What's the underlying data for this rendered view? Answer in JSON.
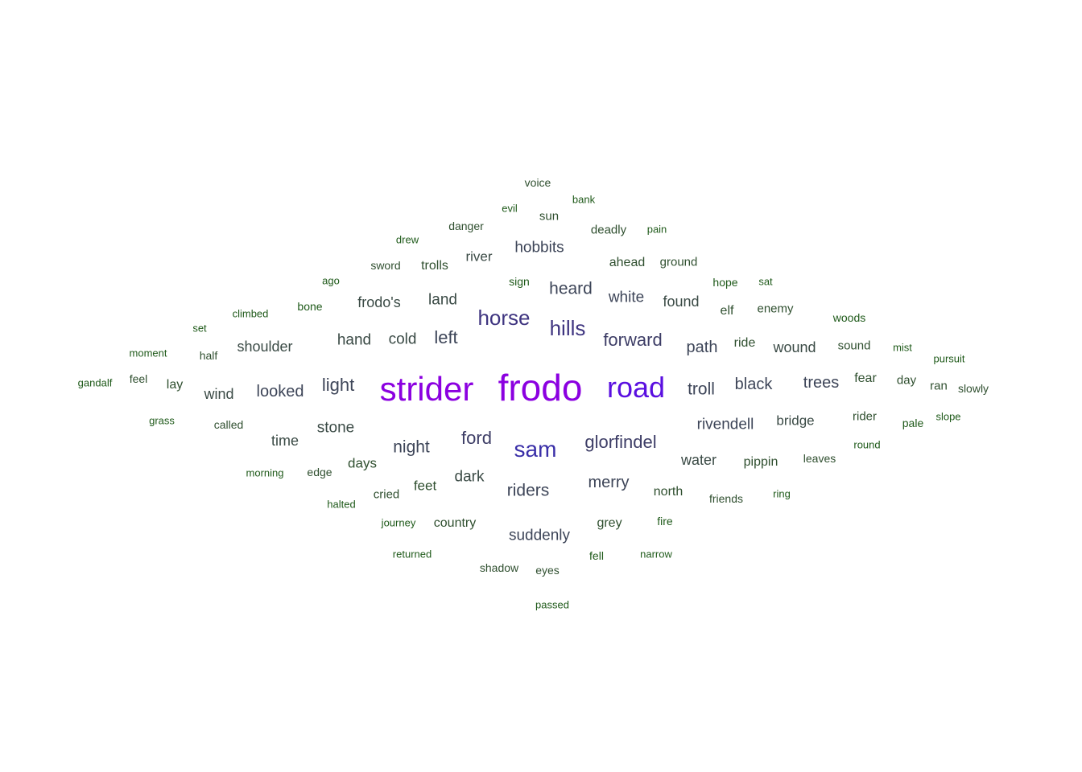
{
  "word_cloud": {
    "words": [
      {
        "text": "frodo",
        "color": "#8b00e0"
      },
      {
        "text": "strider",
        "color": "#8b00e0"
      },
      {
        "text": "road",
        "color": "#5a0fe0"
      },
      {
        "text": "sam",
        "color": "#3a2fa8"
      },
      {
        "text": "horse",
        "color": "#3f3580"
      },
      {
        "text": "hills",
        "color": "#3f3580"
      },
      {
        "text": "glorfindel",
        "color": "#3d3d66"
      },
      {
        "text": "ford",
        "color": "#3d3d66"
      },
      {
        "text": "forward",
        "color": "#3d3d66"
      },
      {
        "text": "riders",
        "color": "#3d4558"
      },
      {
        "text": "heard",
        "color": "#3d4558"
      },
      {
        "text": "night",
        "color": "#3d4558"
      },
      {
        "text": "merry",
        "color": "#3d4558"
      },
      {
        "text": "light",
        "color": "#3d4558"
      },
      {
        "text": "looked",
        "color": "#3d4558"
      },
      {
        "text": "left",
        "color": "#3d4558"
      },
      {
        "text": "troll",
        "color": "#3d4558"
      },
      {
        "text": "black",
        "color": "#3d4558"
      },
      {
        "text": "suddenly",
        "color": "#3d4558"
      },
      {
        "text": "rivendell",
        "color": "#3d4558"
      },
      {
        "text": "path",
        "color": "#3d4558"
      },
      {
        "text": "trees",
        "color": "#3d4558"
      },
      {
        "text": "white",
        "color": "#3d4558"
      },
      {
        "text": "hobbits",
        "color": "#3d4558"
      },
      {
        "text": "wound",
        "color": "#3a4a45"
      },
      {
        "text": "hand",
        "color": "#3a4a45"
      },
      {
        "text": "cold",
        "color": "#3a4a45"
      },
      {
        "text": "stone",
        "color": "#3a4a45"
      },
      {
        "text": "shoulder",
        "color": "#3a4a45"
      },
      {
        "text": "dark",
        "color": "#3a4a45"
      },
      {
        "text": "land",
        "color": "#3a4a45"
      },
      {
        "text": "frodo's",
        "color": "#3a4a45"
      },
      {
        "text": "found",
        "color": "#3a4a45"
      },
      {
        "text": "water",
        "color": "#3a4a45"
      },
      {
        "text": "bridge",
        "color": "#3a4a45"
      },
      {
        "text": "wind",
        "color": "#3a4a45"
      },
      {
        "text": "time",
        "color": "#3a4a45"
      },
      {
        "text": "river",
        "color": "#3a4a45"
      },
      {
        "text": "days",
        "color": "#2f4f2f"
      },
      {
        "text": "feet",
        "color": "#2f4f2f"
      },
      {
        "text": "country",
        "color": "#2f4f2f"
      },
      {
        "text": "pippin",
        "color": "#2f4f2f"
      },
      {
        "text": "fear",
        "color": "#2f4f2f"
      },
      {
        "text": "north",
        "color": "#2f4f2f"
      },
      {
        "text": "grey",
        "color": "#2f4f2f"
      },
      {
        "text": "ahead",
        "color": "#2f4f2f"
      },
      {
        "text": "ground",
        "color": "#2f4f2f"
      },
      {
        "text": "ride",
        "color": "#2f4f2f"
      },
      {
        "text": "rider",
        "color": "#2f4f2f"
      },
      {
        "text": "trolls",
        "color": "#2f4f2f"
      },
      {
        "text": "sun",
        "color": "#2f4f2f"
      },
      {
        "text": "deadly",
        "color": "#2f4f2f"
      },
      {
        "text": "cried",
        "color": "#2f4f2f"
      },
      {
        "text": "sound",
        "color": "#2f4f2f"
      },
      {
        "text": "elf",
        "color": "#2f4f2f"
      },
      {
        "text": "enemy",
        "color": "#2f4f2f"
      },
      {
        "text": "sword",
        "color": "#2f4f2f"
      },
      {
        "text": "lay",
        "color": "#2f4f2f"
      },
      {
        "text": "day",
        "color": "#2f4f2f"
      },
      {
        "text": "ran",
        "color": "#2f4f2f"
      },
      {
        "text": "eyes",
        "color": "#2f4f2f"
      },
      {
        "text": "leaves",
        "color": "#2f4f2f"
      },
      {
        "text": "friends",
        "color": "#2f4f2f"
      },
      {
        "text": "slowly",
        "color": "#2f4f2f"
      },
      {
        "text": "shadow",
        "color": "#2f4f2f"
      },
      {
        "text": "danger",
        "color": "#2f4f2f"
      },
      {
        "text": "edge",
        "color": "#2f4f2f"
      },
      {
        "text": "half",
        "color": "#2f4f2f"
      },
      {
        "text": "called",
        "color": "#2f4f2f"
      },
      {
        "text": "voice",
        "color": "#2f4f2f"
      },
      {
        "text": "feel",
        "color": "#2f4f2f"
      },
      {
        "text": "hope",
        "color": "#1f5a1a"
      },
      {
        "text": "pale",
        "color": "#1f5a1a"
      },
      {
        "text": "woods",
        "color": "#1f5a1a"
      },
      {
        "text": "fell",
        "color": "#1f5a1a"
      },
      {
        "text": "fire",
        "color": "#1f5a1a"
      },
      {
        "text": "bone",
        "color": "#1f5a1a"
      },
      {
        "text": "sign",
        "color": "#1f5a1a"
      },
      {
        "text": "narrow",
        "color": "#1f5a1a"
      },
      {
        "text": "passed",
        "color": "#1f5a1a"
      },
      {
        "text": "returned",
        "color": "#1f5a1a"
      },
      {
        "text": "moment",
        "color": "#1f5a1a"
      },
      {
        "text": "gandalf",
        "color": "#1f5a1a"
      },
      {
        "text": "grass",
        "color": "#1f5a1a"
      },
      {
        "text": "morning",
        "color": "#1f5a1a"
      },
      {
        "text": "journey",
        "color": "#1f5a1a"
      },
      {
        "text": "halted",
        "color": "#1f5a1a"
      },
      {
        "text": "climbed",
        "color": "#1f5a1a"
      },
      {
        "text": "drew",
        "color": "#1f5a1a"
      },
      {
        "text": "mist",
        "color": "#1f5a1a"
      },
      {
        "text": "pursuit",
        "color": "#1f5a1a"
      },
      {
        "text": "slope",
        "color": "#1f5a1a"
      },
      {
        "text": "round",
        "color": "#1f5a1a"
      },
      {
        "text": "ring",
        "color": "#1f5a1a"
      },
      {
        "text": "pain",
        "color": "#1f5a1a"
      },
      {
        "text": "bank",
        "color": "#1f5a1a"
      },
      {
        "text": "evil",
        "color": "#1f5a1a"
      },
      {
        "text": "ago",
        "color": "#1f5a1a"
      },
      {
        "text": "set",
        "color": "#1f5a1a"
      },
      {
        "text": "sat",
        "color": "#1f5a1a"
      }
    ]
  }
}
